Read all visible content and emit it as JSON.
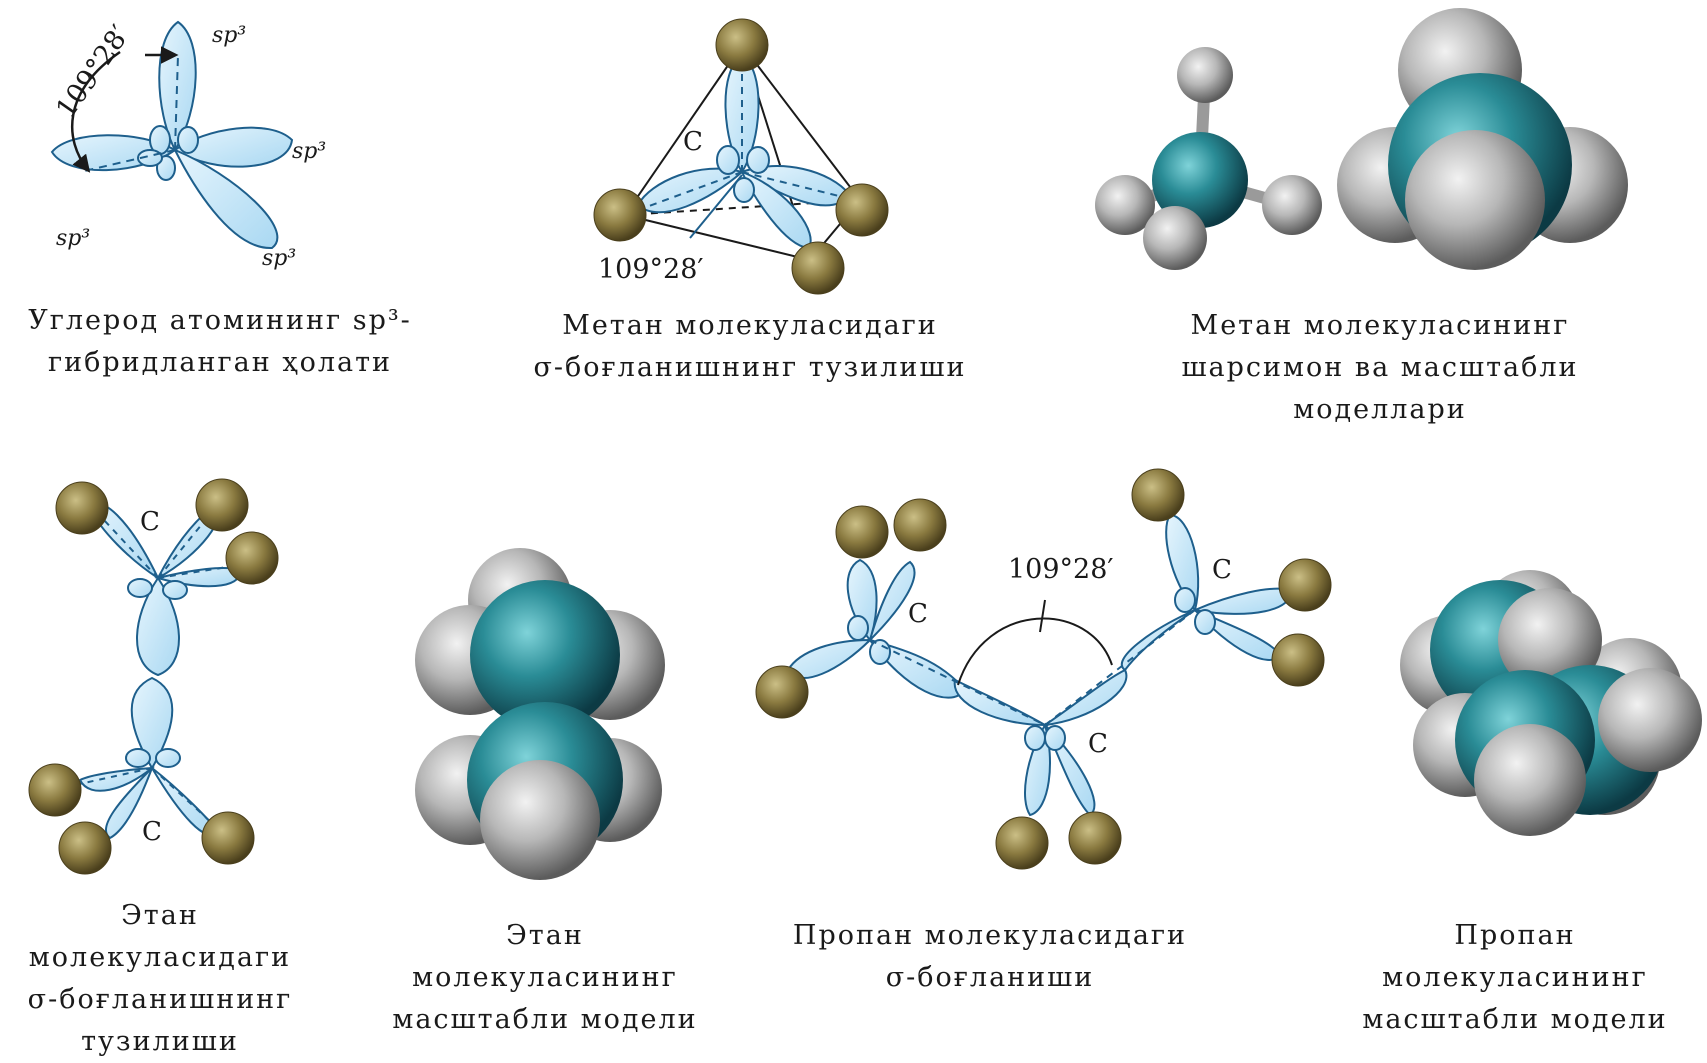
{
  "colors": {
    "orbital_fill": "#bfe3f7",
    "orbital_stroke": "#1e5f8c",
    "hydrogen_atom": "#8a7a40",
    "carbon_ball": "#2a8c96",
    "hydrogen_ball": "#b7b7b7"
  },
  "figures": {
    "sp3_state": {
      "angle_label": "109°28′",
      "orbital_labels": [
        "sp³",
        "sp³",
        "sp³",
        "sp³"
      ],
      "caption": [
        "Углерод атомининг sp³-",
        "гибридланган ҳолати"
      ]
    },
    "methane_sigma": {
      "carbon_label": "C",
      "angle_label": "109°28′",
      "caption": [
        "Метан молекуласидаги",
        "σ-боғланишнинг тузилиши"
      ]
    },
    "methane_models": {
      "caption": [
        "Метан молекуласининг",
        "шарсимон ва масштабли",
        "моделлари"
      ]
    },
    "ethane_sigma": {
      "carbon_labels": [
        "C",
        "C"
      ],
      "caption": [
        "Этан",
        "молекуласидаги",
        "σ-боғланишнинг",
        "тузилиши"
      ]
    },
    "ethane_model": {
      "caption": [
        "Этан",
        "молекуласининг",
        "масштабли модели"
      ]
    },
    "propane_sigma": {
      "carbon_labels": [
        "C",
        "C",
        "C"
      ],
      "angle_label": "109°28′",
      "caption": [
        "Пропан молекуласидаги",
        "σ-боғланиши"
      ]
    },
    "propane_model": {
      "caption": [
        "Пропан",
        "молекуласининг",
        "масштабли модели"
      ]
    }
  }
}
